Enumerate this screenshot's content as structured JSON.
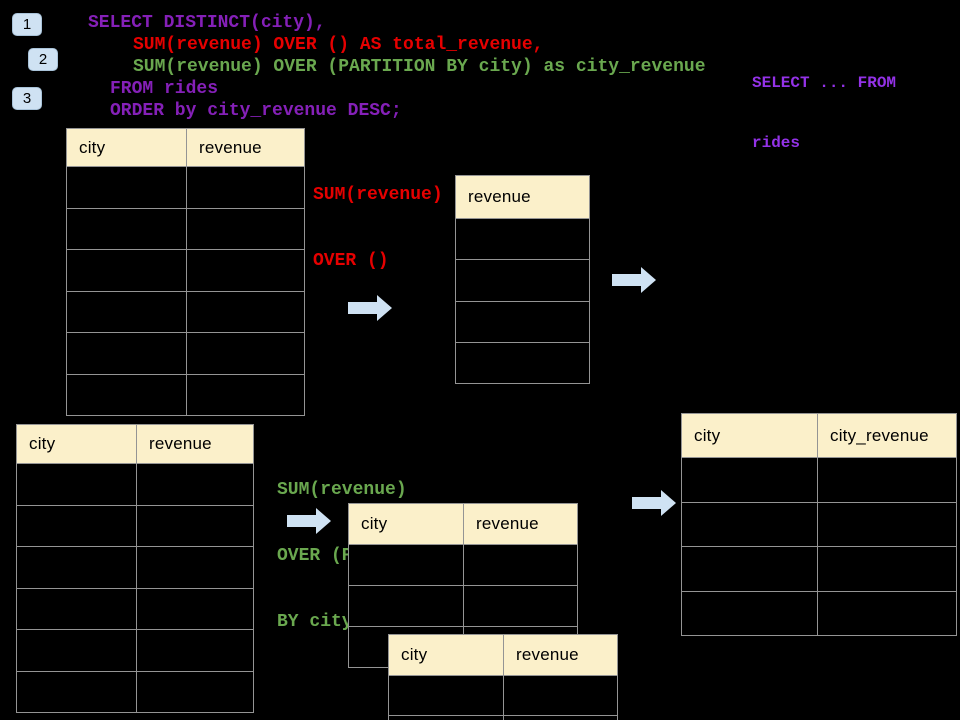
{
  "colors": {
    "background": "#000000",
    "accent_blue": "#CFE2F3",
    "header_cream": "#FBF0CA",
    "border_gray": "#949494",
    "code_purple": "#8520B8",
    "note_purple": "#9432E8",
    "code_red": "#E60000",
    "code_green": "#6AA84F",
    "table_text": "#000000"
  },
  "badges": {
    "step1": "1",
    "step2": "2",
    "step3": "3"
  },
  "code": {
    "lines": [
      {
        "text": "SELECT DISTINCT(city),",
        "color": "code_purple"
      },
      {
        "text": "SUM(revenue) OVER () AS total_revenue,",
        "color": "code_red"
      },
      {
        "text": "SUM(revenue) OVER (PARTITION BY city) as city_revenue",
        "color": "code_green"
      },
      {
        "text": "FROM rides",
        "color": "code_purple"
      },
      {
        "text": "ORDER by city_revenue DESC;",
        "color": "code_purple"
      }
    ]
  },
  "side_note": {
    "lines": [
      "SELECT ... FROM",
      "rides"
    ]
  },
  "annotations": {
    "total_label": {
      "lines": [
        "SUM(revenue)",
        "OVER ()"
      ]
    },
    "partition_label": {
      "lines": [
        "SUM(revenue)",
        "OVER (PARTITION",
        "BY city)"
      ]
    }
  },
  "tables": {
    "source_top": {
      "columns": [
        "city",
        "revenue"
      ],
      "rows": 6
    },
    "total_revenue": {
      "columns": [
        "revenue"
      ],
      "rows": 4
    },
    "source_bottom": {
      "columns": [
        "city",
        "revenue"
      ],
      "rows": 6
    },
    "partition_mid": {
      "columns": [
        "city",
        "revenue"
      ],
      "rows": 3
    },
    "partition_front": {
      "columns": [
        "city",
        "revenue"
      ],
      "rows": 2
    },
    "city_revenue": {
      "columns": [
        "city",
        "city_revenue"
      ],
      "rows": 4
    }
  }
}
